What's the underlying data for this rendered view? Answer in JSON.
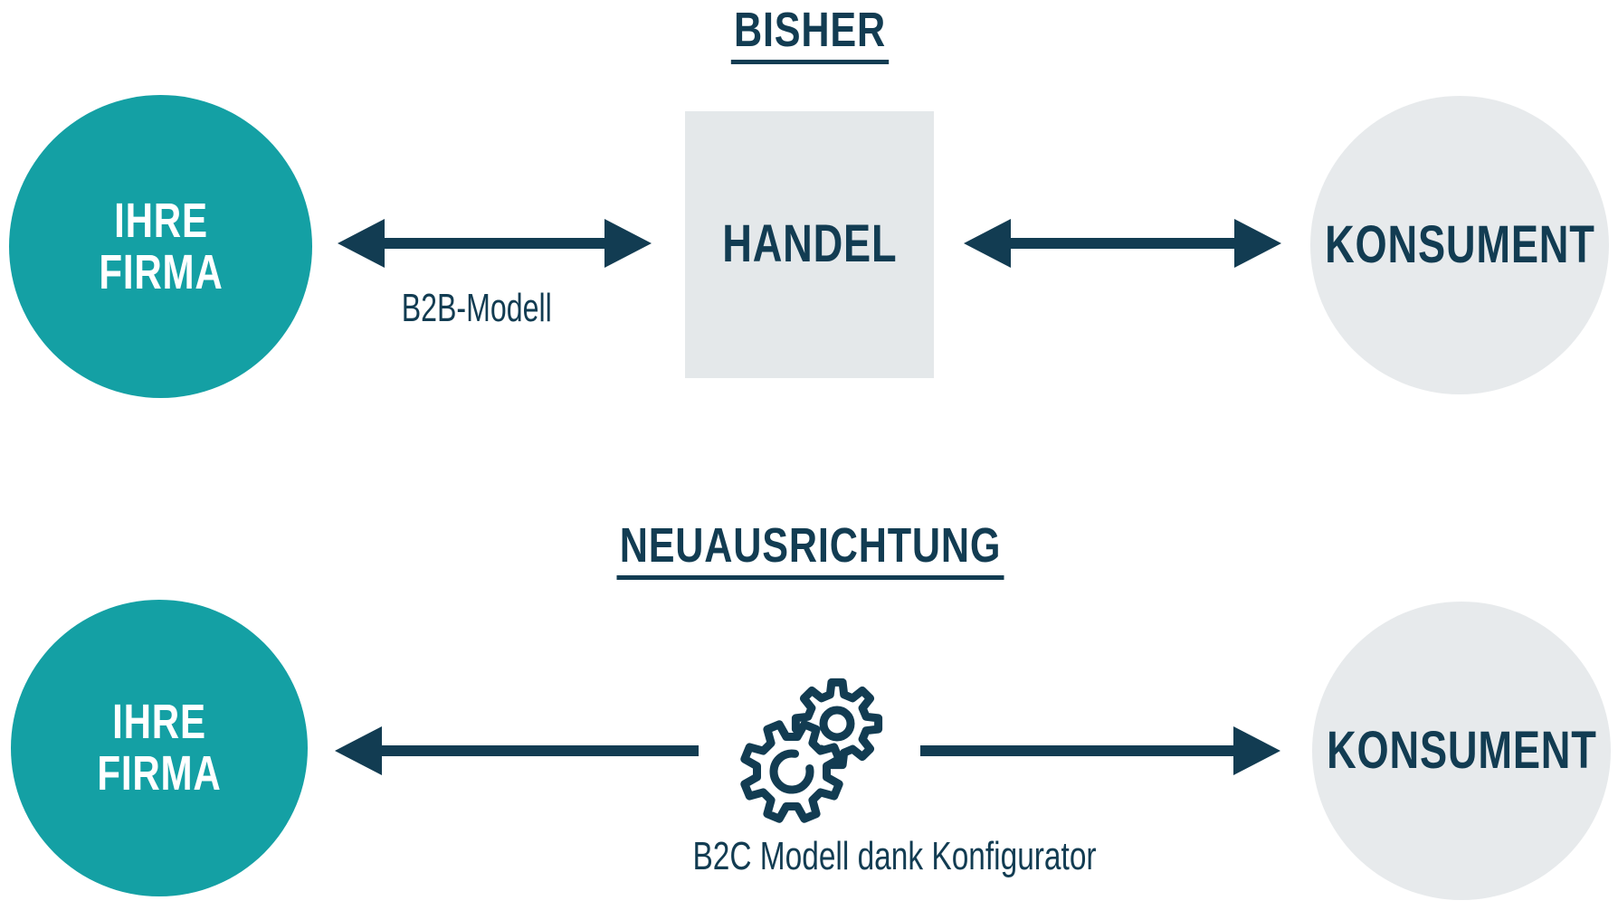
{
  "colors": {
    "teal": "#14a0a4",
    "navy": "#123c52",
    "circle_gray": "#e7eaec",
    "square_gray": "#e4e8ea",
    "white": "#ffffff"
  },
  "sections": {
    "bisher": {
      "title": "BISHER",
      "firma_line1": "IHRE",
      "firma_line2": "FIRMA",
      "arrow_label": "B2B-Modell",
      "handel": "HANDEL",
      "konsument": "KONSUMENT"
    },
    "neuausrichtung": {
      "title": "NEUAUSRICHTUNG",
      "firma_line1": "IHRE",
      "firma_line2": "FIRMA",
      "middle_icon": "gears-icon",
      "arrow_label": "B2C Modell dank Konfigurator",
      "konsument": "KONSUMENT"
    }
  }
}
